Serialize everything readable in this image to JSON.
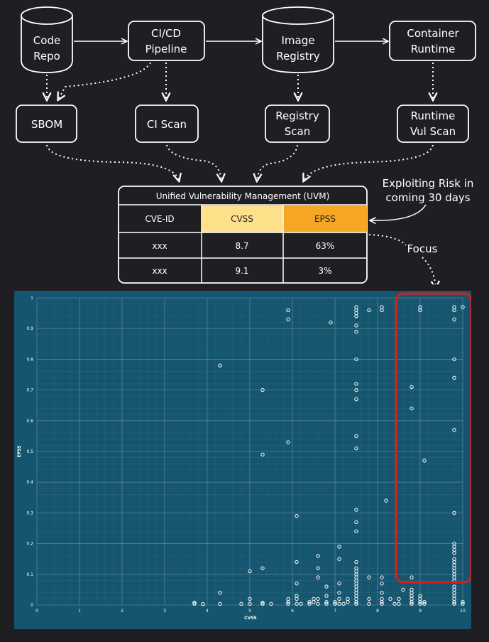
{
  "diagram": {
    "code_repo": [
      "Code",
      "Repo"
    ],
    "cicd": [
      "CI/CD",
      "Pipeline"
    ],
    "image_registry": [
      "Image",
      "Registry"
    ],
    "container_runtime": [
      "Container",
      "Runtime"
    ],
    "sbom": "SBOM",
    "ci_scan": "CI Scan",
    "registry_scan": [
      "Registry",
      "Scan"
    ],
    "runtime_scan": [
      "Runtime",
      "Vul Scan"
    ],
    "uvm_title": "Unified Vulnerability Management (UVM)",
    "table": {
      "headers": [
        "CVE-ID",
        "CVSS",
        "EPSS"
      ],
      "rows": [
        [
          "xxx",
          "8.7",
          "63%"
        ],
        [
          "xxx",
          "9.1",
          "3%"
        ]
      ]
    },
    "annotation_epss": [
      "Exploiting Risk in",
      "coming 30 days"
    ],
    "annotation_focus": "Focus"
  },
  "colors": {
    "background": "#1f1e22",
    "plot_bg": "#15556f",
    "cvss_header": "#ffe08a",
    "epss_header": "#f5a623",
    "focus_box": "#e01b1b"
  },
  "chart_data": {
    "type": "scatter",
    "xlabel": "CVSS",
    "ylabel": "EPSS",
    "xlim": [
      0,
      10
    ],
    "ylim": [
      0,
      1
    ],
    "xticks": [
      "0",
      "1",
      "2",
      "3",
      "4",
      "5",
      "6",
      "7",
      "8",
      "9",
      "10"
    ],
    "yticks": [
      "0",
      "0.1",
      "0.2",
      "0.3",
      "0.4",
      "0.5",
      "0.6",
      "0.7",
      "0.8",
      "0.9",
      "1"
    ],
    "grid": true,
    "points": [
      [
        3.7,
        0.004
      ],
      [
        3.7,
        0.008
      ],
      [
        3.9,
        0.003
      ],
      [
        4.3,
        0.004
      ],
      [
        4.3,
        0.04
      ],
      [
        4.3,
        0.78
      ],
      [
        4.8,
        0.004
      ],
      [
        5.0,
        0.004
      ],
      [
        5.0,
        0.02
      ],
      [
        5.0,
        0.11
      ],
      [
        5.3,
        0.004
      ],
      [
        5.3,
        0.008
      ],
      [
        5.3,
        0.12
      ],
      [
        5.3,
        0.49
      ],
      [
        5.3,
        0.7
      ],
      [
        5.5,
        0.004
      ],
      [
        5.9,
        0.004
      ],
      [
        5.9,
        0.01
      ],
      [
        5.9,
        0.02
      ],
      [
        5.9,
        0.53
      ],
      [
        5.9,
        0.93
      ],
      [
        5.9,
        0.96
      ],
      [
        6.1,
        0.004
      ],
      [
        6.1,
        0.02
      ],
      [
        6.1,
        0.03
      ],
      [
        6.1,
        0.07
      ],
      [
        6.1,
        0.14
      ],
      [
        6.1,
        0.29
      ],
      [
        6.2,
        0.004
      ],
      [
        6.4,
        0.004
      ],
      [
        6.4,
        0.01
      ],
      [
        6.5,
        0.02
      ],
      [
        6.5,
        0.01
      ],
      [
        6.6,
        0.004
      ],
      [
        6.6,
        0.02
      ],
      [
        6.6,
        0.09
      ],
      [
        6.6,
        0.12
      ],
      [
        6.6,
        0.16
      ],
      [
        6.8,
        0.004
      ],
      [
        6.8,
        0.01
      ],
      [
        6.8,
        0.03
      ],
      [
        6.8,
        0.06
      ],
      [
        6.9,
        0.92
      ],
      [
        7.0,
        0.004
      ],
      [
        7.0,
        0.01
      ],
      [
        7.1,
        0.004
      ],
      [
        7.1,
        0.02
      ],
      [
        7.1,
        0.04
      ],
      [
        7.1,
        0.07
      ],
      [
        7.1,
        0.15
      ],
      [
        7.1,
        0.19
      ],
      [
        7.2,
        0.004
      ],
      [
        7.3,
        0.01
      ],
      [
        7.3,
        0.02
      ],
      [
        7.5,
        0.004
      ],
      [
        7.5,
        0.01
      ],
      [
        7.5,
        0.02
      ],
      [
        7.5,
        0.03
      ],
      [
        7.5,
        0.04
      ],
      [
        7.5,
        0.05
      ],
      [
        7.5,
        0.06
      ],
      [
        7.5,
        0.07
      ],
      [
        7.5,
        0.08
      ],
      [
        7.5,
        0.09
      ],
      [
        7.5,
        0.1
      ],
      [
        7.5,
        0.11
      ],
      [
        7.5,
        0.12
      ],
      [
        7.5,
        0.14
      ],
      [
        7.5,
        0.24
      ],
      [
        7.5,
        0.27
      ],
      [
        7.5,
        0.31
      ],
      [
        7.5,
        0.51
      ],
      [
        7.5,
        0.55
      ],
      [
        7.5,
        0.67
      ],
      [
        7.5,
        0.7
      ],
      [
        7.5,
        0.72
      ],
      [
        7.5,
        0.8
      ],
      [
        7.5,
        0.89
      ],
      [
        7.5,
        0.91
      ],
      [
        7.5,
        0.94
      ],
      [
        7.5,
        0.95
      ],
      [
        7.5,
        0.96
      ],
      [
        7.5,
        0.97
      ],
      [
        7.8,
        0.004
      ],
      [
        7.8,
        0.02
      ],
      [
        7.8,
        0.09
      ],
      [
        7.8,
        0.96
      ],
      [
        8.1,
        0.004
      ],
      [
        8.1,
        0.01
      ],
      [
        8.1,
        0.02
      ],
      [
        8.1,
        0.04
      ],
      [
        8.1,
        0.07
      ],
      [
        8.1,
        0.09
      ],
      [
        8.1,
        0.96
      ],
      [
        8.1,
        0.97
      ],
      [
        8.2,
        0.34
      ],
      [
        8.3,
        0.02
      ],
      [
        8.4,
        0.004
      ],
      [
        8.5,
        0.004
      ],
      [
        8.5,
        0.02
      ],
      [
        8.6,
        0.05
      ],
      [
        8.8,
        0.004
      ],
      [
        8.8,
        0.01
      ],
      [
        8.8,
        0.02
      ],
      [
        8.8,
        0.03
      ],
      [
        8.8,
        0.04
      ],
      [
        8.8,
        0.05
      ],
      [
        8.8,
        0.09
      ],
      [
        8.8,
        0.64
      ],
      [
        8.8,
        0.71
      ],
      [
        9.0,
        0.004
      ],
      [
        9.0,
        0.01
      ],
      [
        9.0,
        0.02
      ],
      [
        9.0,
        0.03
      ],
      [
        9.0,
        0.96
      ],
      [
        9.0,
        0.97
      ],
      [
        9.1,
        0.004
      ],
      [
        9.1,
        0.01
      ],
      [
        9.1,
        0.47
      ],
      [
        9.8,
        0.004
      ],
      [
        9.8,
        0.01
      ],
      [
        9.8,
        0.02
      ],
      [
        9.8,
        0.03
      ],
      [
        9.8,
        0.04
      ],
      [
        9.8,
        0.05
      ],
      [
        9.8,
        0.06
      ],
      [
        9.8,
        0.08
      ],
      [
        9.8,
        0.09
      ],
      [
        9.8,
        0.1
      ],
      [
        9.8,
        0.11
      ],
      [
        9.8,
        0.12
      ],
      [
        9.8,
        0.13
      ],
      [
        9.8,
        0.14
      ],
      [
        9.8,
        0.15
      ],
      [
        9.8,
        0.17
      ],
      [
        9.8,
        0.18
      ],
      [
        9.8,
        0.19
      ],
      [
        9.8,
        0.2
      ],
      [
        9.8,
        0.3
      ],
      [
        9.8,
        0.57
      ],
      [
        9.8,
        0.74
      ],
      [
        9.8,
        0.8
      ],
      [
        9.8,
        0.93
      ],
      [
        9.8,
        0.96
      ],
      [
        9.8,
        0.97
      ],
      [
        10.0,
        0.004
      ],
      [
        10.0,
        0.01
      ],
      [
        10.0,
        0.97
      ]
    ]
  }
}
